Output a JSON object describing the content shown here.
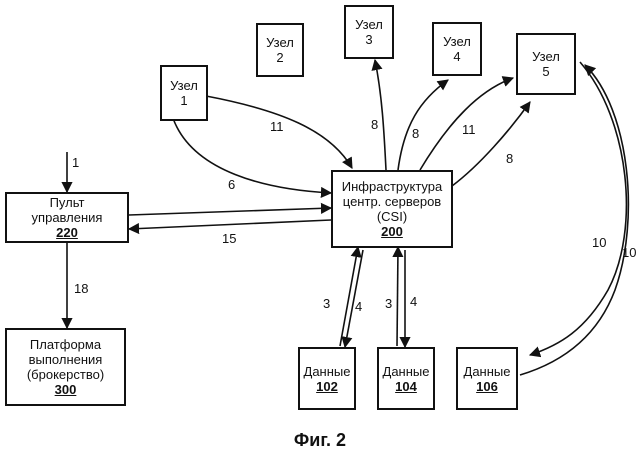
{
  "figure": {
    "caption": "Фиг. 2"
  },
  "nodes": [
    {
      "id": "node1",
      "line1": "Узел",
      "line2": "1"
    },
    {
      "id": "node2",
      "line1": "Узел",
      "line2": "2"
    },
    {
      "id": "node3",
      "line1": "Узел",
      "line2": "3"
    },
    {
      "id": "node4",
      "line1": "Узел",
      "line2": "4"
    },
    {
      "id": "node5",
      "line1": "Узел",
      "line2": "5"
    }
  ],
  "csi": {
    "line1": "Инфраструктура",
    "line2": "центр. серверов",
    "line3": "(CSI)",
    "ref": "200"
  },
  "console": {
    "line1": "Пульт",
    "line2": "управления",
    "ref": "220"
  },
  "platform": {
    "line1": "Платформа",
    "line2": "выполнения",
    "line3": "(брокерство)",
    "ref": "300"
  },
  "data_blocks": [
    {
      "label": "Данные",
      "ref": "102"
    },
    {
      "label": "Данные",
      "ref": "104"
    },
    {
      "label": "Данные",
      "ref": "106"
    }
  ],
  "edge_labels": {
    "input": "1",
    "node1_to_csi": "11",
    "console_to_csi": "6",
    "csi_to_console": "15",
    "console_to_platform": "18",
    "csi_to_node3": "8",
    "csi_to_node4": "8",
    "csi_to_node5_a": "11",
    "csi_to_node5_b": "8",
    "csi_to_data102_a": "3",
    "csi_to_data102_b": "4",
    "csi_to_data104_a": "3",
    "csi_to_data104_b": "4",
    "node5_data106_a": "10",
    "node5_data106_b": "10"
  }
}
